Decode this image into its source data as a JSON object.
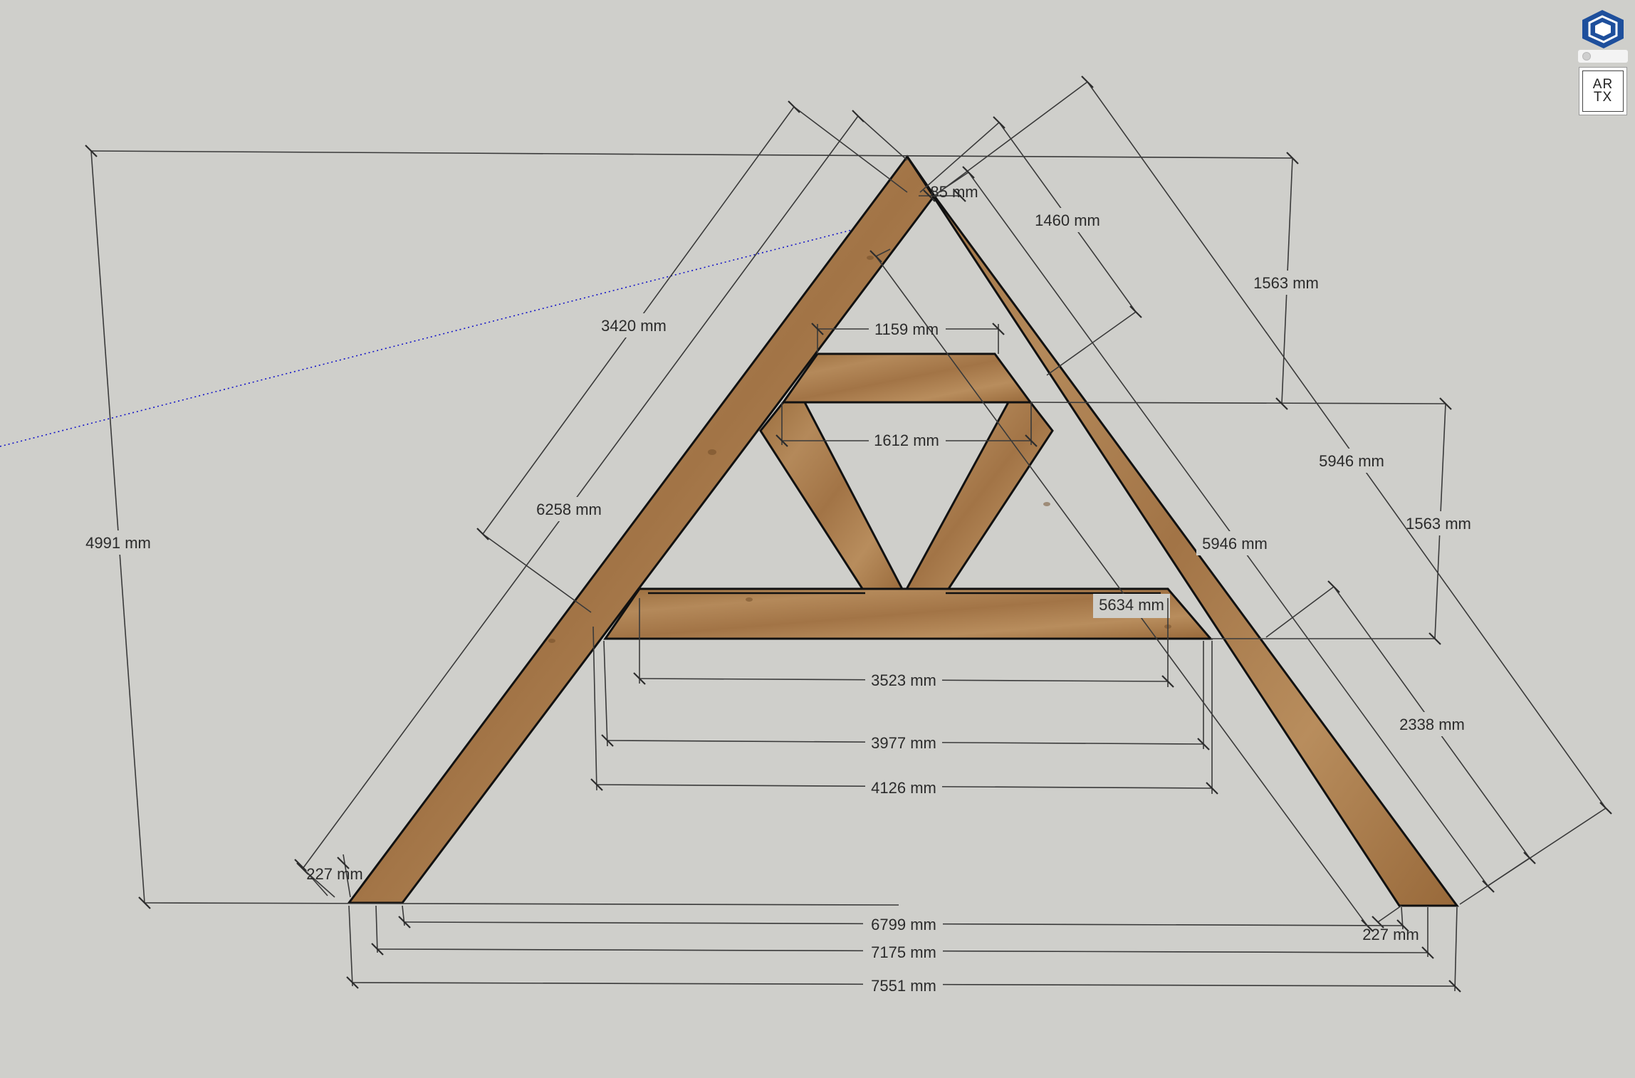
{
  "app": {
    "logo_icon": "sketchup-logo-icon",
    "accent_color": "#1e4f9c",
    "plugin_button": {
      "line1": "AR",
      "line2": "TX"
    }
  },
  "canvas": {
    "background_color": "#cfcfcb",
    "wood_color": "#a67a4a",
    "inference_line_color": "#1515c8"
  },
  "dimensions": {
    "overall_height": "4991 mm",
    "top_width_span": "1563 mm",
    "lower_height_span": "1563 mm",
    "left_rafter_inner": "3420 mm",
    "left_rafter_outer": "6258 mm",
    "apex_gap": "85 mm",
    "upper_offset": "1460 mm",
    "upper_collar": "1159 mm",
    "king_post_gap": "1612 mm",
    "right_rafter_outer": "5946 mm",
    "right_rafter_inner": "5946 mm",
    "right_brace": "5634 mm",
    "right_lower": "2338 mm",
    "tie_inner": "3523 mm",
    "tie_middle": "3977 mm",
    "tie_outer": "4126 mm",
    "left_foot": "227 mm",
    "right_foot": "227 mm",
    "base_inner": "6799 mm",
    "base_middle": "7175 mm",
    "base_outer": "7551 mm"
  }
}
